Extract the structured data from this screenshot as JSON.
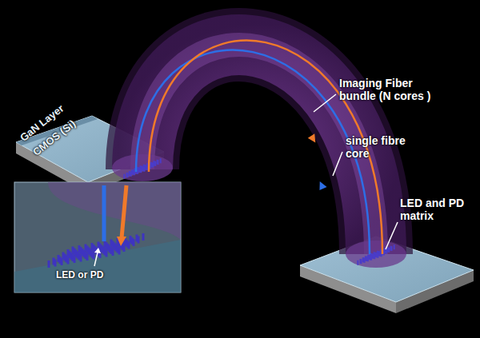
{
  "diagram": {
    "labels": [
      "GaN Layer",
      "CMOS (Si)",
      "Imaging Fiber bundle (N cores )",
      "single fibre core",
      "LED and PD matrix",
      "LED or PD"
    ]
  }
}
